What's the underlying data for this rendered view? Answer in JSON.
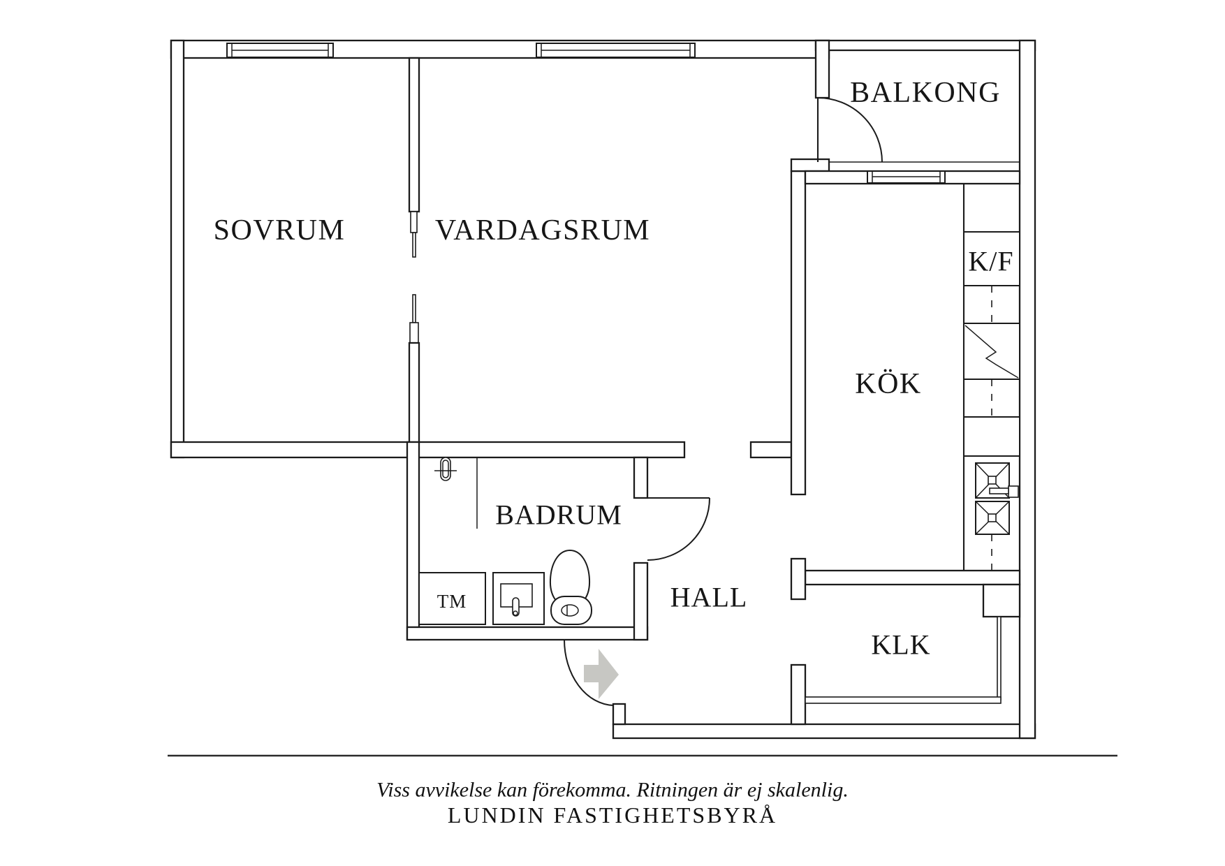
{
  "labels": {
    "sovrum": "SOVRUM",
    "vardagsrum": "VARDAGSRUM",
    "balkong": "BALKONG",
    "kok": "KÖK",
    "kf": "K/F",
    "badrum": "BADRUM",
    "hall": "HALL",
    "klk": "KLK",
    "tm": "TM"
  },
  "footer": {
    "disclaimer": "Viss avvikelse kan förekomma. Ritningen är ej skalenlig.",
    "brand": "LUNDIN FASTIGHETSBYRÅ"
  },
  "colors": {
    "ink": "#1b1b1b",
    "arrow": "#c7c7c3",
    "background": "#ffffff"
  }
}
